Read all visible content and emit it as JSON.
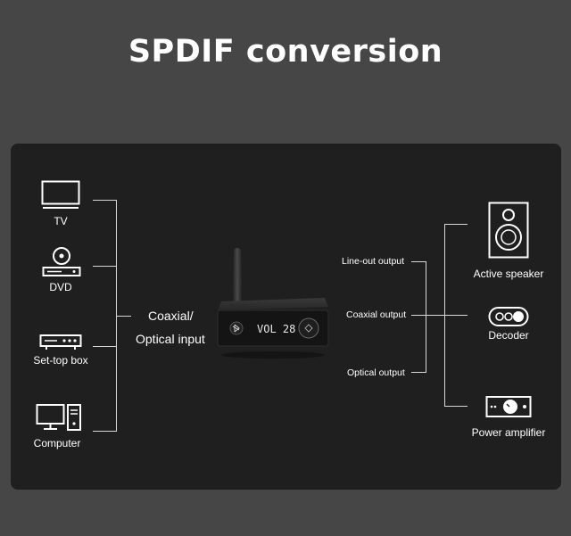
{
  "title": "SPDIF conversion",
  "inputs": {
    "tv": "TV",
    "dvd": "DVD",
    "set_top_box": "Set-top box",
    "computer": "Computer"
  },
  "input_label_line1": "Coaxial/",
  "input_label_line2": "Optical input",
  "outputs": {
    "line_out": "Line-out output",
    "coaxial": "Coaxial output",
    "optical": "Optical output"
  },
  "destinations": {
    "active_speaker": "Active speaker",
    "decoder": "Decoder",
    "power_amplifier": "Power amplifier"
  },
  "device_display": "VOL 28"
}
